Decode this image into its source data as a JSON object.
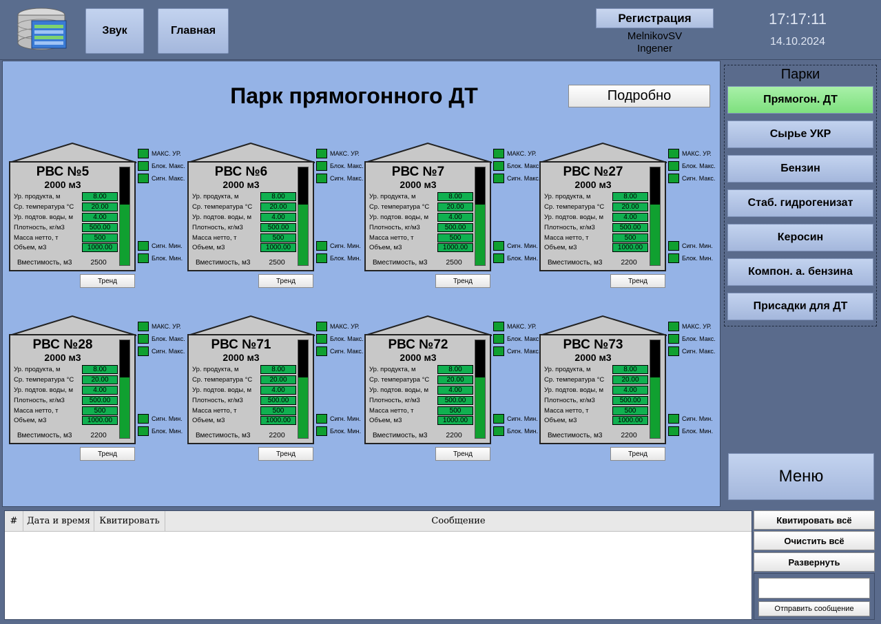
{
  "header": {
    "sound_label": "Звук",
    "home_label": "Главная",
    "register_label": "Регистрация",
    "user_name": "MelnikovSV",
    "user_role": "Ingener",
    "time": "17:17:11",
    "date": "14.10.2024"
  },
  "main": {
    "title": "Парк прямогонного ДТ",
    "detail_label": "Подробно"
  },
  "row_labels": {
    "level": "Ур. продукта, м",
    "temp": "Ср. температура °С",
    "water": "Ур. подтов. воды, м",
    "density": "Плотность, кг/м3",
    "mass": "Масса нетто, т",
    "volume": "Объем, м3",
    "capacity": "Вместимость, м3"
  },
  "signal_labels": {
    "max_level": "МАКС. УР.",
    "block_max": "Блок. Макс.",
    "signal_max": "Сигн. Макс.",
    "signal_min": "Сигн. Мин.",
    "block_min": "Блок. Мин."
  },
  "trend_label": "Тренд",
  "tanks": [
    {
      "name": "РВС №5",
      "cap": "2000 м3",
      "level": "8.00",
      "temp": "20.00",
      "water": "4.00",
      "density": "500.00",
      "mass": "500",
      "volume": "1000.00",
      "capacity": "2500",
      "fill": 0.62
    },
    {
      "name": "РВС №6",
      "cap": "2000 м3",
      "level": "8.00",
      "temp": "20.00",
      "water": "4.00",
      "density": "500.00",
      "mass": "500",
      "volume": "1000.00",
      "capacity": "2500",
      "fill": 0.62
    },
    {
      "name": "РВС №7",
      "cap": "2000 м3",
      "level": "8.00",
      "temp": "20.00",
      "water": "4.00",
      "density": "500.00",
      "mass": "500",
      "volume": "1000.00",
      "capacity": "2500",
      "fill": 0.62
    },
    {
      "name": "РВС №27",
      "cap": "2000 м3",
      "level": "8.00",
      "temp": "20.00",
      "water": "4.00",
      "density": "500.00",
      "mass": "500",
      "volume": "1000.00",
      "capacity": "2200",
      "fill": 0.62
    },
    {
      "name": "РВС №28",
      "cap": "2000 м3",
      "level": "8.00",
      "temp": "20.00",
      "water": "4.00",
      "density": "500.00",
      "mass": "500",
      "volume": "1000.00",
      "capacity": "2200",
      "fill": 0.62
    },
    {
      "name": "РВС №71",
      "cap": "2000 м3",
      "level": "8.00",
      "temp": "20.00",
      "water": "4.00",
      "density": "500.00",
      "mass": "500",
      "volume": "1000.00",
      "capacity": "2200",
      "fill": 0.62
    },
    {
      "name": "РВС №72",
      "cap": "2000 м3",
      "level": "8.00",
      "temp": "20.00",
      "water": "4.00",
      "density": "500.00",
      "mass": "500",
      "volume": "1000.00",
      "capacity": "2200",
      "fill": 0.62
    },
    {
      "name": "РВС №73",
      "cap": "2000 м3",
      "level": "8.00",
      "temp": "20.00",
      "water": "4.00",
      "density": "500.00",
      "mass": "500",
      "volume": "1000.00",
      "capacity": "2200",
      "fill": 0.62
    }
  ],
  "parks": {
    "title": "Парки",
    "items": [
      {
        "label": "Прямогон. ДТ",
        "active": true
      },
      {
        "label": "Сырье УКР",
        "active": false
      },
      {
        "label": "Бензин",
        "active": false
      },
      {
        "label": "Стаб. гидрогенизат",
        "active": false
      },
      {
        "label": "Керосин",
        "active": false
      },
      {
        "label": "Компон. а. бензина",
        "active": false
      },
      {
        "label": "Присадки для ДТ",
        "active": false
      }
    ],
    "menu_label": "Меню"
  },
  "log": {
    "columns": [
      "#",
      "Дата и время",
      "Квитировать",
      "Сообщение"
    ]
  },
  "actions": {
    "ack_all": "Квитировать всё",
    "clear_all": "Очистить всё",
    "expand": "Развернуть",
    "send_message": "Отправить сообщение",
    "message_value": ""
  },
  "colors": {
    "ok_green": "#10a030",
    "active_park": "#8ee88e",
    "panel_blue": "#95b3e6"
  }
}
